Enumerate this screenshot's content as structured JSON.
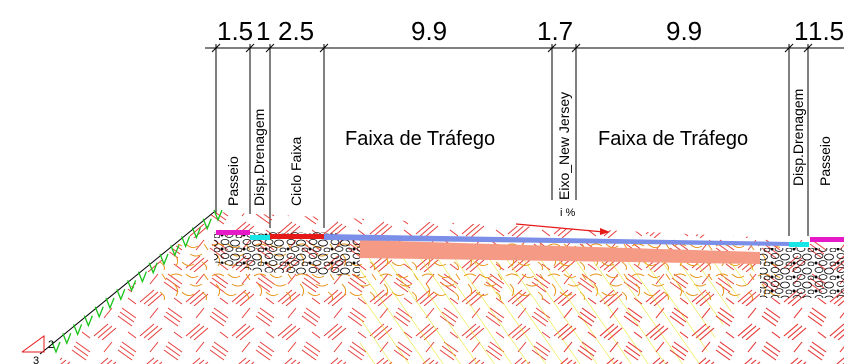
{
  "dimensions": [
    "1.5",
    "1",
    "2.5",
    "9.9",
    "1.7",
    "9.9",
    "1",
    "1.5"
  ],
  "zones": {
    "passeio_left": "Passeio",
    "drenagem_left": "Disp.Drenagem",
    "ciclo_faixa": "Ciclo Faixa",
    "trafego_left": "Faixa de Tráfego",
    "eixo": "Eixo_New Jersey",
    "trafego_right": "Faixa de Tráfego",
    "drenagem_right": "Disp.Drenagem",
    "passeio_right": "Passeio"
  },
  "slope_label": "i %",
  "talude": {
    "vertical": "2",
    "horizontal": "3"
  },
  "colors": {
    "passeio": "#e619c8",
    "drenagem": "#19e6e6",
    "ciclo": "#e61919",
    "pavement": "#7b8fe8",
    "base": "#f59a84",
    "arrow": "#e61919",
    "grass": "#19c319",
    "soil_orange": "#e6961e",
    "soil_yellow": "#e6e619",
    "rock": "#000000"
  }
}
